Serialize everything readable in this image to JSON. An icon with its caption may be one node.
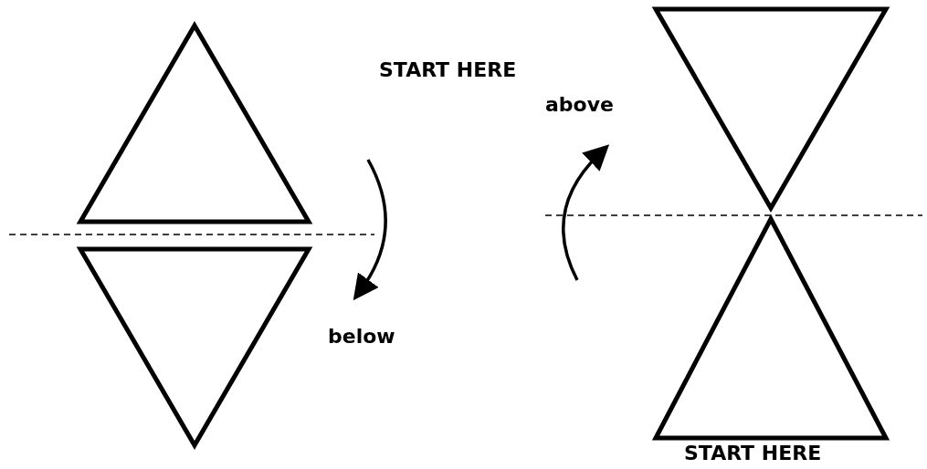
{
  "diagram": {
    "nodes": [
      {
        "text": [],
        "shape": "triangle",
        "beside": [
          "START HERE"
        ]
      },
      {
        "text": [],
        "shape": "triangle"
      },
      {
        "text": [],
        "shape": "triangle"
      },
      {
        "text": [],
        "shape": "triangle",
        "beside": [
          "START HERE"
        ]
      }
    ],
    "edges": [],
    "labels": [
      "above",
      "below"
    ]
  }
}
